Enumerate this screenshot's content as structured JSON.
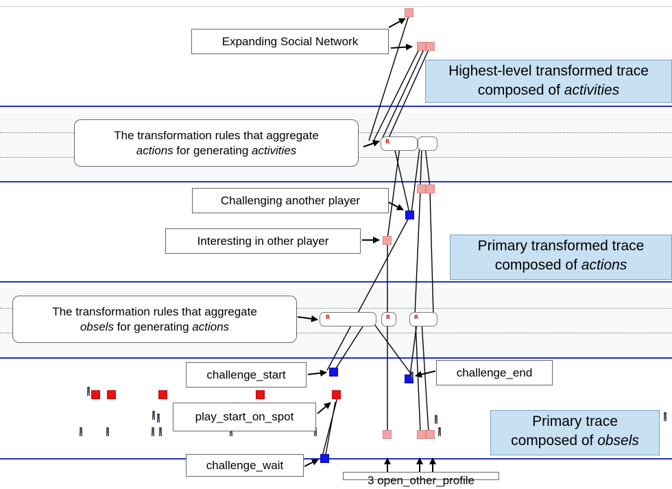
{
  "labels": {
    "expanding_social_network": "Expanding Social Network",
    "challenging_another_player": "Challenging another player",
    "interesting_in_other_player": "Interesting in other player",
    "challenge_start": "challenge_start",
    "challenge_end": "challenge_end",
    "play_start_on_spot": "play_start_on_spot",
    "challenge_wait": "challenge_wait",
    "open_other_profile": "3 open_other_profile"
  },
  "rules_activities": {
    "line1": "The transformation rules that aggregate",
    "line2_prefix": "actions",
    "line2_middle": " for generating ",
    "line2_suffix": "activities"
  },
  "rules_actions": {
    "line1": "The transformation rules that aggregate",
    "line2_prefix": "obsels",
    "line2_middle": " for generating ",
    "line2_suffix": "actions"
  },
  "notes": {
    "highest": {
      "line1": "Highest-level transformed trace",
      "line2_prefix": "composed of ",
      "line2_italic": "activities"
    },
    "primary_transformed": {
      "line1": "Primary transformed trace",
      "line2_prefix": "composed of ",
      "line2_italic": "actions"
    },
    "primary": {
      "line1": "Primary trace",
      "line2_prefix": "composed of ",
      "line2_italic": "obsels"
    }
  },
  "rule_marker": "R",
  "colors": {
    "level_line": "#1f2fd0",
    "note_fill": "#c7e0f2",
    "activity_obsel": "#f4a3a3",
    "action_obsel": "#1414ee",
    "raw_obsel": "#ee1111"
  },
  "icons": [
    "player-figure-icon",
    "arrow-head-icon"
  ]
}
